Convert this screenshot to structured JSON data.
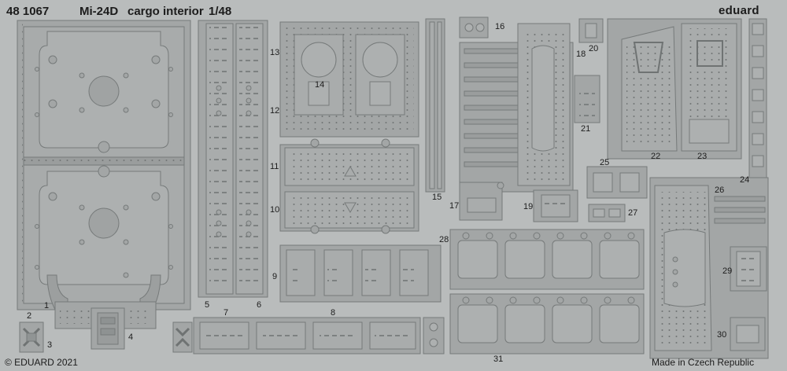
{
  "header": {
    "product_number": "48 1067",
    "product_name": "Mi-24D",
    "product_subtitle": "cargo interior",
    "scale": "1/48",
    "brand": "eduard"
  },
  "footer": {
    "copyright": "© EDUARD 2021",
    "origin": "Made in Czech Republic"
  },
  "part_labels": [
    "1",
    "2",
    "3",
    "4",
    "5",
    "6",
    "7",
    "8",
    "9",
    "10",
    "11",
    "12",
    "13",
    "14",
    "15",
    "16",
    "17",
    "18",
    "19",
    "20",
    "21",
    "22",
    "23",
    "24",
    "25",
    "26",
    "27",
    "28",
    "29",
    "30",
    "31"
  ],
  "colors": {
    "fret_background": "#b9bcbc",
    "part_fill": "#a3a6a6",
    "part_shadow": "#8f9393",
    "part_edge": "#727676",
    "text": "#1c1c1c"
  }
}
